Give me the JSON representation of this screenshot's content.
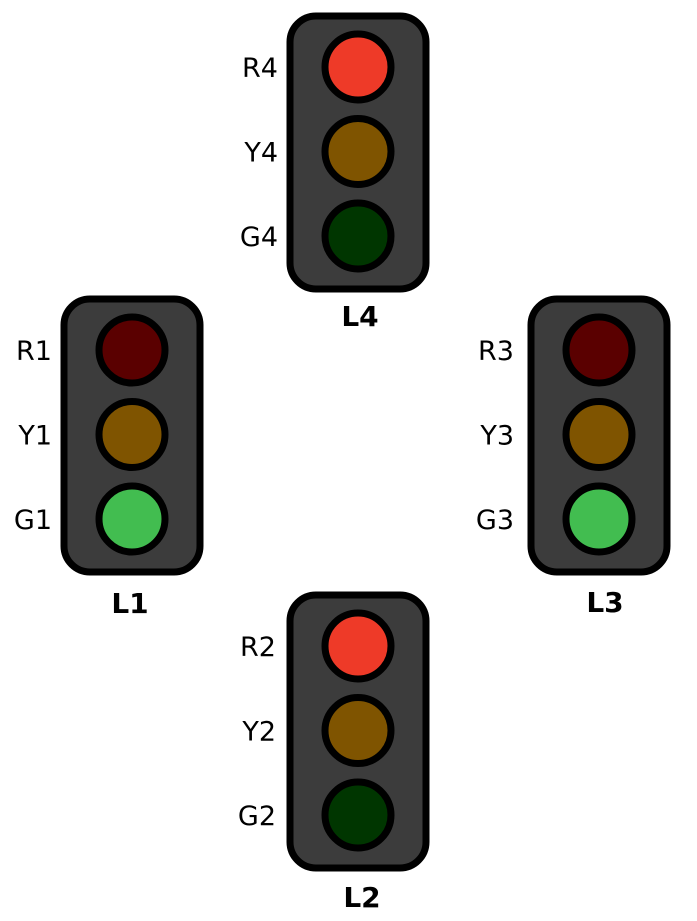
{
  "colors": {
    "housing": "#3c3c3c",
    "outline": "#000000",
    "red_on": "#ee3a28",
    "red_off": "#5a0000",
    "yellow_off": "#7f5400",
    "green_on": "#42bd50",
    "green_off": "#003600"
  },
  "lights": [
    {
      "id": "L1",
      "label": "L1",
      "lamps": [
        {
          "label": "R1",
          "color": "red",
          "state": "off"
        },
        {
          "label": "Y1",
          "color": "yellow",
          "state": "off"
        },
        {
          "label": "G1",
          "color": "green",
          "state": "on"
        }
      ]
    },
    {
      "id": "L2",
      "label": "L2",
      "lamps": [
        {
          "label": "R2",
          "color": "red",
          "state": "on"
        },
        {
          "label": "Y2",
          "color": "yellow",
          "state": "off"
        },
        {
          "label": "G2",
          "color": "green",
          "state": "off"
        }
      ]
    },
    {
      "id": "L3",
      "label": "L3",
      "lamps": [
        {
          "label": "R3",
          "color": "red",
          "state": "off"
        },
        {
          "label": "Y3",
          "color": "yellow",
          "state": "off"
        },
        {
          "label": "G3",
          "color": "green",
          "state": "on"
        }
      ]
    },
    {
      "id": "L4",
      "label": "L4",
      "lamps": [
        {
          "label": "R4",
          "color": "red",
          "state": "on"
        },
        {
          "label": "Y4",
          "color": "yellow",
          "state": "off"
        },
        {
          "label": "G4",
          "color": "green",
          "state": "off"
        }
      ]
    }
  ]
}
